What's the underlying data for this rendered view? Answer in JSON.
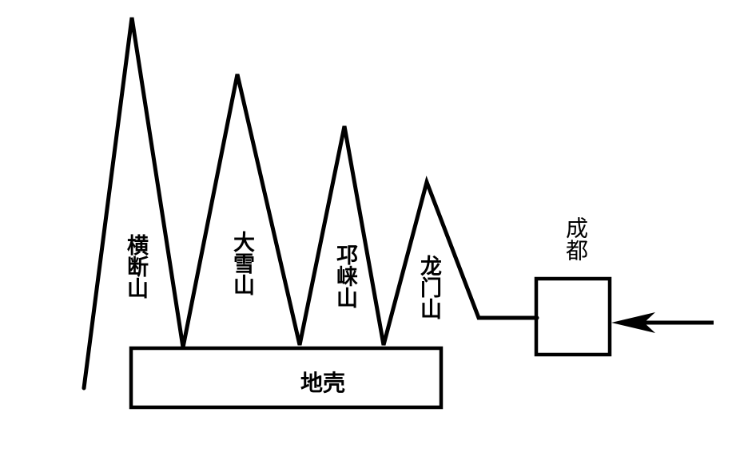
{
  "mountains": [
    {
      "id": "hengduan",
      "label": "横断山"
    },
    {
      "id": "daxue",
      "label": "大雪山"
    },
    {
      "id": "qionglai",
      "label": "邛崃山"
    },
    {
      "id": "longmen",
      "label": "龙门山"
    }
  ],
  "crust": {
    "label": "地壳"
  },
  "city": {
    "label": "成都"
  },
  "colors": {
    "line": "#000000",
    "background": "#ffffff"
  },
  "icons": {
    "arrow": "arrow-left-icon"
  }
}
